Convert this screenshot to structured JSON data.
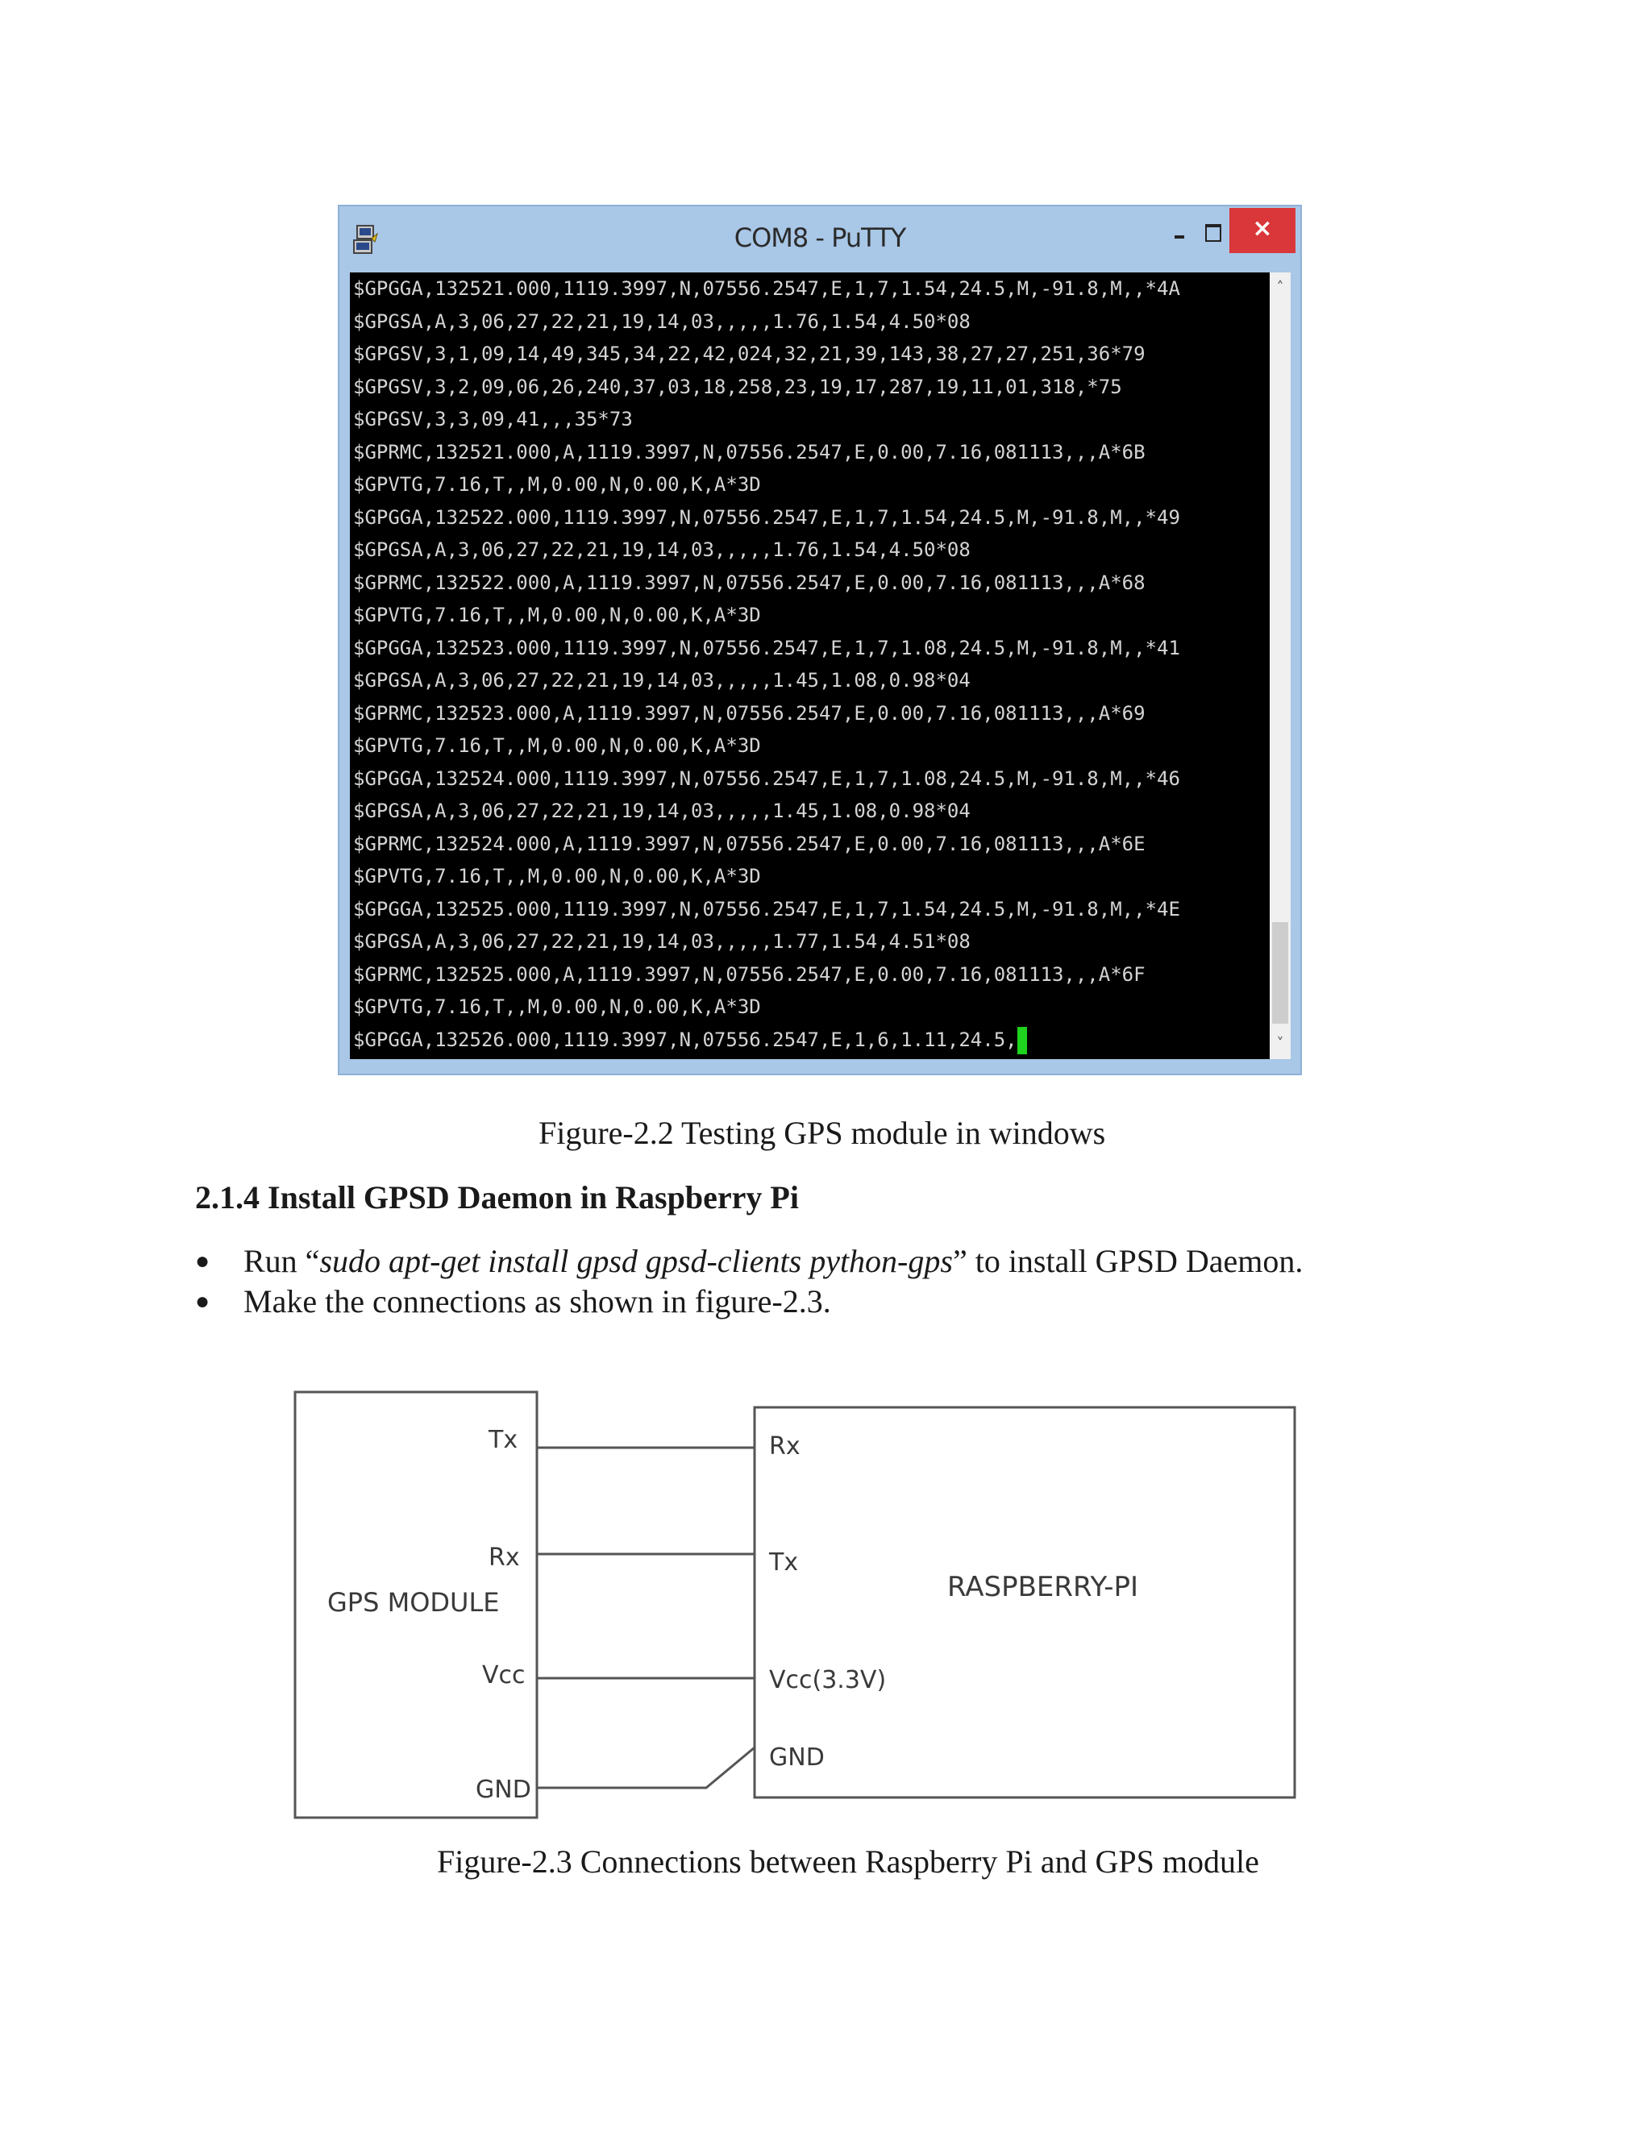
{
  "putty": {
    "title": "COM8 - PuTTY",
    "close_glyph": "×",
    "lines": [
      "$GPGGA,132521.000,1119.3997,N,07556.2547,E,1,7,1.54,24.5,M,-91.8,M,,*4A",
      "$GPGSA,A,3,06,27,22,21,19,14,03,,,,,1.76,1.54,4.50*08",
      "$GPGSV,3,1,09,14,49,345,34,22,42,024,32,21,39,143,38,27,27,251,36*79",
      "$GPGSV,3,2,09,06,26,240,37,03,18,258,23,19,17,287,19,11,01,318,*75",
      "$GPGSV,3,3,09,41,,,35*73",
      "$GPRMC,132521.000,A,1119.3997,N,07556.2547,E,0.00,7.16,081113,,,A*6B",
      "$GPVTG,7.16,T,,M,0.00,N,0.00,K,A*3D",
      "$GPGGA,132522.000,1119.3997,N,07556.2547,E,1,7,1.54,24.5,M,-91.8,M,,*49",
      "$GPGSA,A,3,06,27,22,21,19,14,03,,,,,1.76,1.54,4.50*08",
      "$GPRMC,132522.000,A,1119.3997,N,07556.2547,E,0.00,7.16,081113,,,A*68",
      "$GPVTG,7.16,T,,M,0.00,N,0.00,K,A*3D",
      "$GPGGA,132523.000,1119.3997,N,07556.2547,E,1,7,1.08,24.5,M,-91.8,M,,*41",
      "$GPGSA,A,3,06,27,22,21,19,14,03,,,,,1.45,1.08,0.98*04",
      "$GPRMC,132523.000,A,1119.3997,N,07556.2547,E,0.00,7.16,081113,,,A*69",
      "$GPVTG,7.16,T,,M,0.00,N,0.00,K,A*3D",
      "$GPGGA,132524.000,1119.3997,N,07556.2547,E,1,7,1.08,24.5,M,-91.8,M,,*46",
      "$GPGSA,A,3,06,27,22,21,19,14,03,,,,,1.45,1.08,0.98*04",
      "$GPRMC,132524.000,A,1119.3997,N,07556.2547,E,0.00,7.16,081113,,,A*6E",
      "$GPVTG,7.16,T,,M,0.00,N,0.00,K,A*3D",
      "$GPGGA,132525.000,1119.3997,N,07556.2547,E,1,7,1.54,24.5,M,-91.8,M,,*4E",
      "$GPGSA,A,3,06,27,22,21,19,14,03,,,,,1.77,1.54,4.51*08",
      "$GPRMC,132525.000,A,1119.3997,N,07556.2547,E,0.00,7.16,081113,,,A*6F",
      "$GPVTG,7.16,T,,M,0.00,N,0.00,K,A*3D",
      "$GPGGA,132526.000,1119.3997,N,07556.2547,E,1,6,1.11,24.5,"
    ]
  },
  "captions": {
    "fig_2_2": "Figure-2.2 Testing GPS module in windows",
    "fig_2_3": "Figure-2.3 Connections between Raspberry Pi and GPS module"
  },
  "heading": {
    "number": "2.1.4",
    "text": "Install GPSD Daemon in Raspberry Pi"
  },
  "bullets": {
    "item1": {
      "prefix": "Run “",
      "command": "sudo apt-get install gpsd gpsd-clients python-gps",
      "suffix": "” to install GPSD Daemon."
    },
    "item2": "Make the connections as shown in figure-2.3."
  },
  "diagram": {
    "gps_module_label": "GPS MODULE",
    "raspberry_pi_label": "RASPBERRY-PI",
    "gps_pins": [
      "Tx",
      "Rx",
      "Vcc",
      "GND"
    ],
    "pi_pins": [
      "Rx",
      "Tx",
      "Vcc(3.3V)",
      "GND"
    ]
  }
}
